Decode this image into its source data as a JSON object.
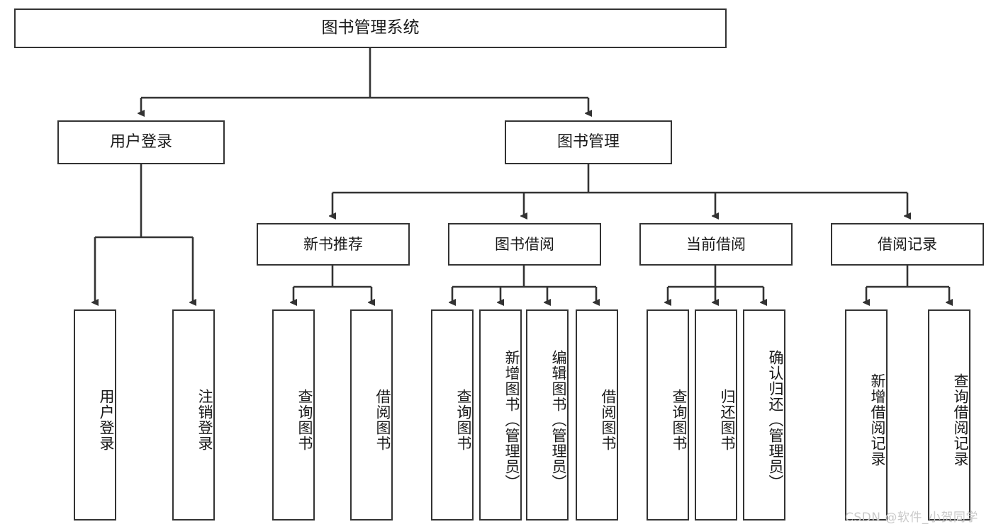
{
  "diagram": {
    "type": "tree-hierarchy",
    "title": "图书管理系统",
    "watermark": "CSDN @软件_小贺同学",
    "colors": {
      "box_border": "#333333",
      "box_fill": "#ffffff",
      "edge": "#333333",
      "text": "#1a1a1a",
      "watermark": "#c9c9c9",
      "background": "#ffffff"
    },
    "nodes": {
      "root": {
        "label": "图书管理系统"
      },
      "level2": [
        {
          "id": "user-login",
          "label": "用户登录"
        },
        {
          "id": "book-manage",
          "label": "图书管理"
        }
      ],
      "level3": [
        {
          "id": "new-book-recommend",
          "label": "新书推荐"
        },
        {
          "id": "book-borrow",
          "label": "图书借阅"
        },
        {
          "id": "current-borrow",
          "label": "当前借阅"
        },
        {
          "id": "borrow-record",
          "label": "借阅记录"
        }
      ],
      "leaves": [
        {
          "id": "leaf-user-login",
          "label": "用户登录",
          "parent": "user-login"
        },
        {
          "id": "leaf-logout",
          "label": "注销登录",
          "parent": "user-login"
        },
        {
          "id": "leaf-query-book-1",
          "label": "查询图书",
          "parent": "new-book-recommend"
        },
        {
          "id": "leaf-borrow-book-1",
          "label": "借阅图书",
          "parent": "new-book-recommend"
        },
        {
          "id": "leaf-query-book-2",
          "label": "查询图书",
          "parent": "book-borrow"
        },
        {
          "id": "leaf-add-book",
          "label": "新增图书（管理员）",
          "parent": "book-borrow"
        },
        {
          "id": "leaf-edit-book",
          "label": "编辑图书（管理员）",
          "parent": "book-borrow"
        },
        {
          "id": "leaf-borrow-book-2",
          "label": "借阅图书",
          "parent": "book-borrow"
        },
        {
          "id": "leaf-query-book-3",
          "label": "查询图书",
          "parent": "current-borrow"
        },
        {
          "id": "leaf-return-book",
          "label": "归还图书",
          "parent": "current-borrow"
        },
        {
          "id": "leaf-confirm-return",
          "label": "确认归还（管理员）",
          "parent": "current-borrow"
        },
        {
          "id": "leaf-add-record",
          "label": "新增借阅记录",
          "parent": "borrow-record"
        },
        {
          "id": "leaf-query-record",
          "label": "查询借阅记录",
          "parent": "borrow-record"
        }
      ]
    }
  }
}
